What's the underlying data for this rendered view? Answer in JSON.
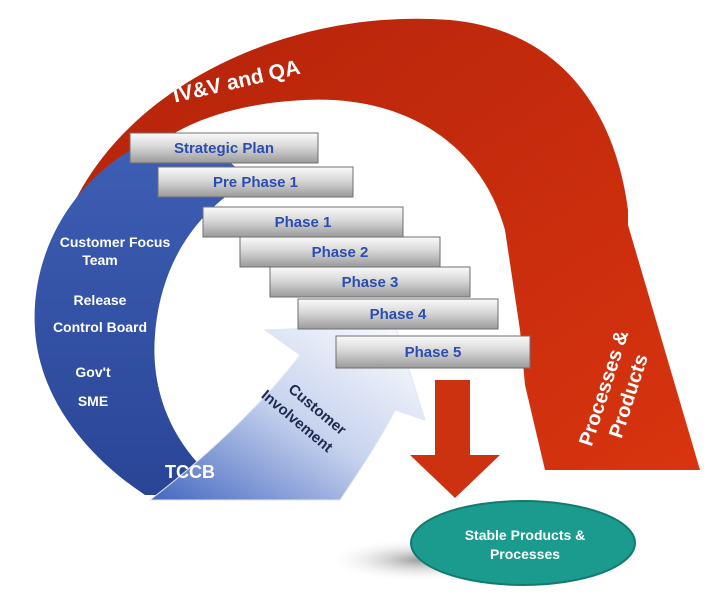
{
  "diagram": {
    "top_arrow_label": "IV&V and QA",
    "right_arrow_label": [
      "Processes &",
      "Products"
    ],
    "left_band_items": [
      "Customer Focus",
      "Team",
      "Release",
      "Control Board",
      "Gov't",
      "SME"
    ],
    "bottom_left_label": "TCCB",
    "inner_arrow_label": [
      "Customer",
      "Involvement"
    ],
    "phases": [
      "Strategic Plan",
      "Pre Phase 1",
      "Phase 1",
      "Phase 2",
      "Phase 3",
      "Phase 4",
      "Phase 5"
    ],
    "result_label": [
      "Stable Products &",
      "Processes"
    ]
  },
  "colors": {
    "red_arrow": "#c0280d",
    "blue_band": "#2f51a3",
    "phase_text": "#2b4db0",
    "result_fill": "#1b9a8e",
    "white_text": "#ffffff"
  }
}
